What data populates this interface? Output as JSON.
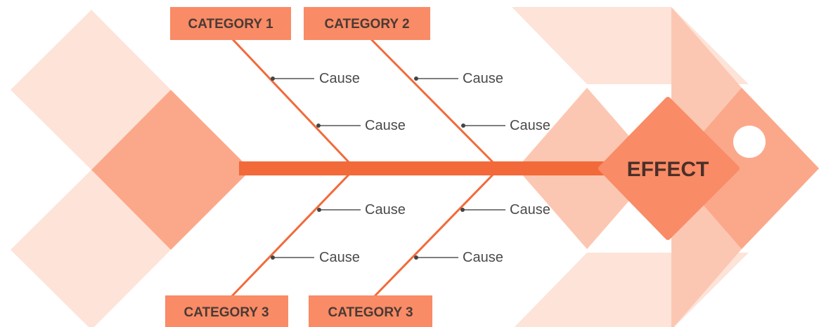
{
  "categories": [
    "CATEGORY 1",
    "CATEGORY 2",
    "CATEGORY 3",
    "CATEGORY 3"
  ],
  "causes": [
    "Cause",
    "Cause",
    "Cause",
    "Cause",
    "Cause",
    "Cause",
    "Cause",
    "Cause"
  ],
  "effect": "EFFECT",
  "colors": {
    "spine": "#f26a3a",
    "bone": "#f26a3a",
    "label_box": "#f98b66",
    "effect_box": "#f98b66",
    "tint_light": "#fde3d8",
    "tint_mid": "#fcc7b2",
    "tint_strong": "#fba88a"
  }
}
